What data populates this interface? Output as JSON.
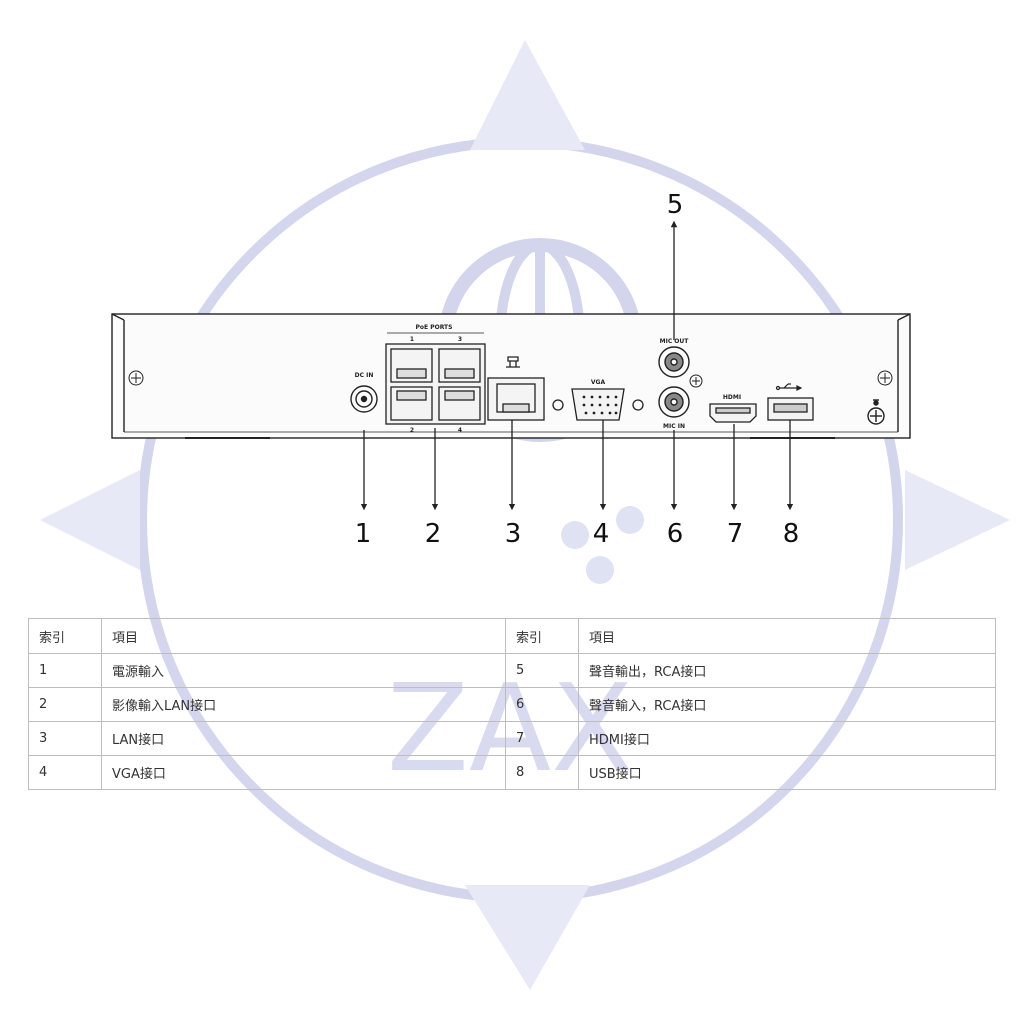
{
  "watermark": {
    "text": "ZAX",
    "color": "#9fa6d6"
  },
  "device": {
    "panel_labels": {
      "poe_ports": "PoE PORTS",
      "port_1": "1",
      "port_2": "2",
      "port_3": "3",
      "port_4": "4",
      "dc_in": "DC IN",
      "vga": "VGA",
      "mic_out": "MIC OUT",
      "mic_in": "MIC IN",
      "hdmi": "HDMI"
    }
  },
  "callouts": [
    "1",
    "2",
    "3",
    "4",
    "5",
    "6",
    "7",
    "8"
  ],
  "table": {
    "headers": {
      "index": "索引",
      "item": "項目"
    },
    "rows": [
      {
        "left_index": "1",
        "left_item": "電源輸入",
        "right_index": "5",
        "right_item": "聲音輸出，RCA接口"
      },
      {
        "left_index": "2",
        "left_item": "影像輸入LAN接口",
        "right_index": "6",
        "right_item": "聲音輸入，RCA接口"
      },
      {
        "left_index": "3",
        "left_item": "LAN接口",
        "right_index": "7",
        "right_item": "HDMI接口"
      },
      {
        "left_index": "4",
        "left_item": "VGA接口",
        "right_index": "8",
        "right_item": "USB接口"
      }
    ]
  }
}
